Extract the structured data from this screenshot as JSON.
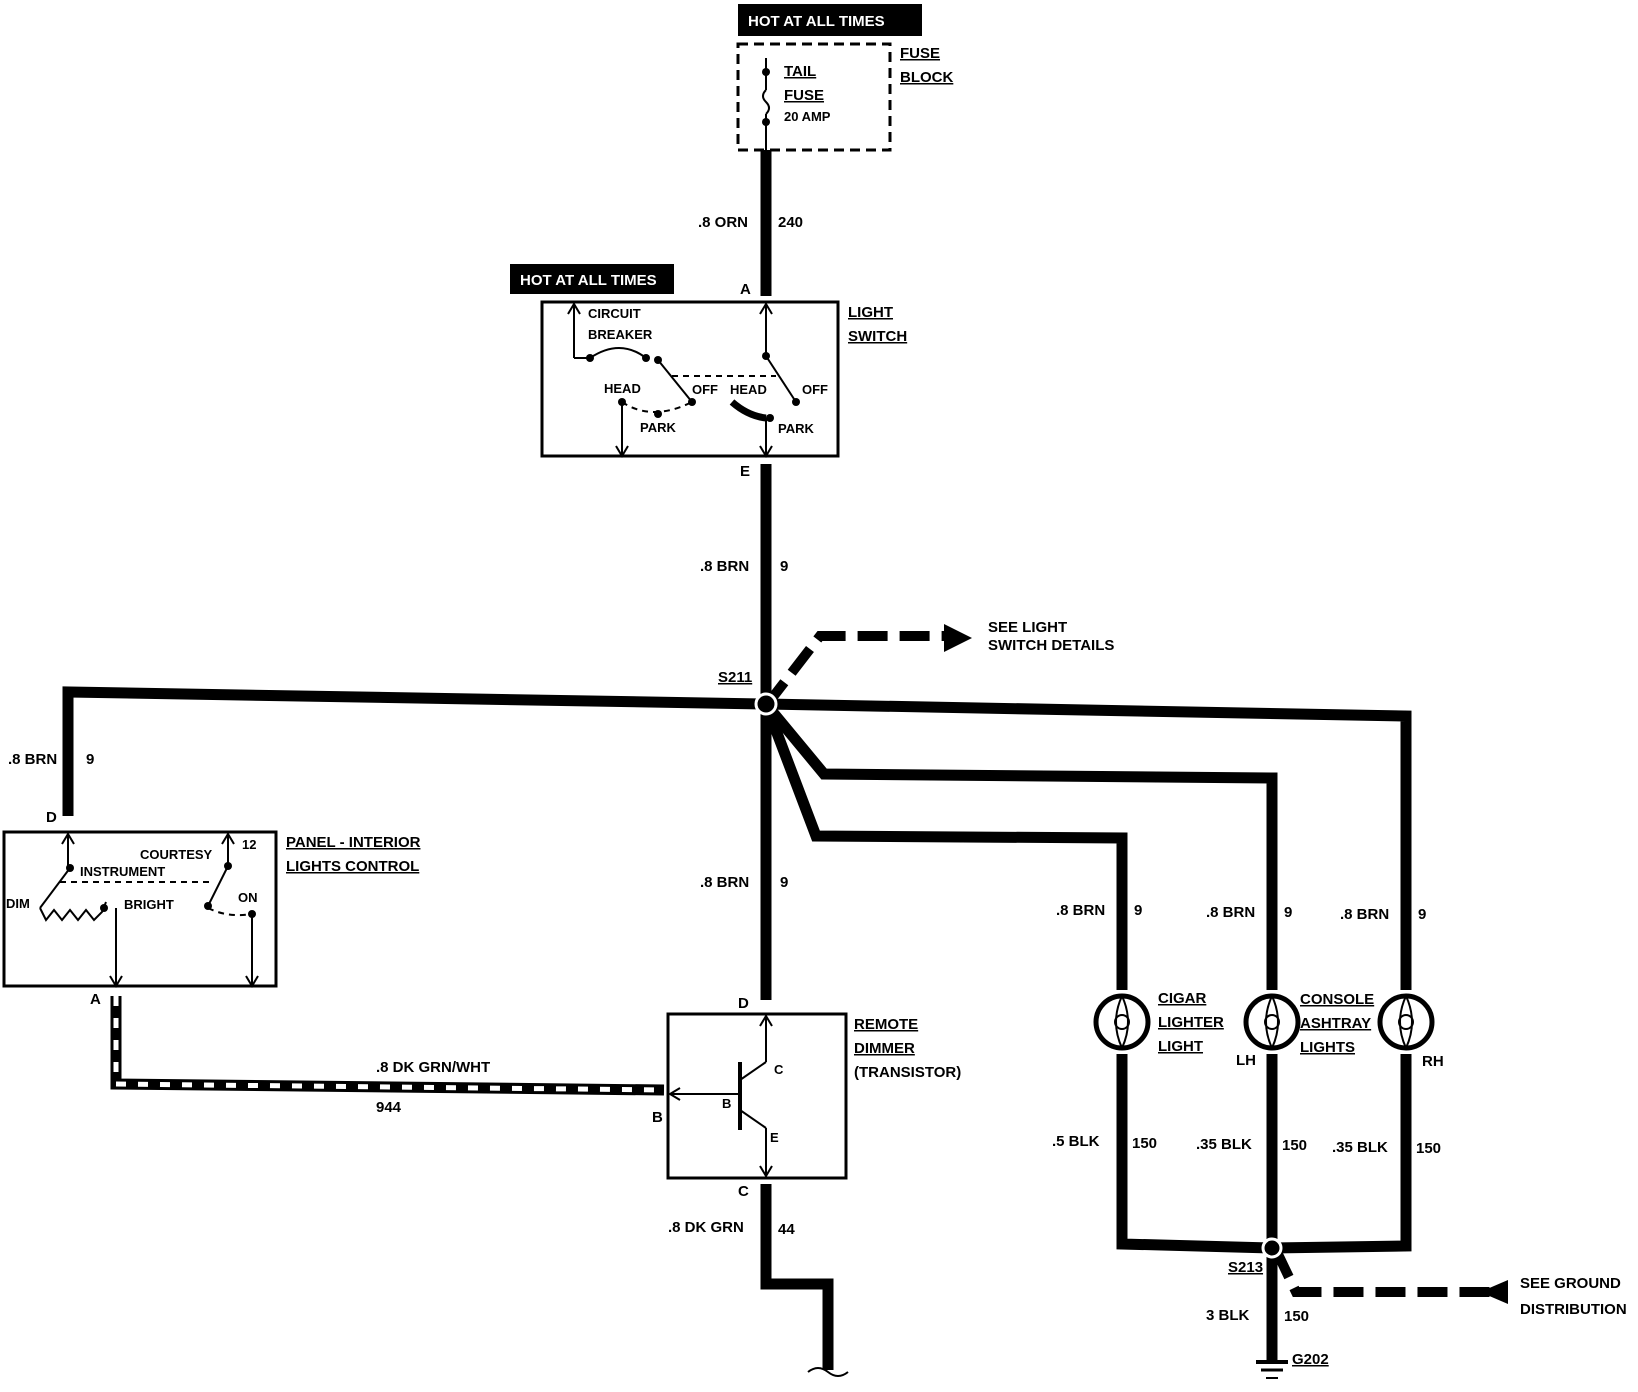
{
  "fuse": {
    "hot_label": "HOT AT ALL TIMES",
    "block_1": "FUSE",
    "block_2": "BLOCK",
    "name_1": "TAIL",
    "name_2": "FUSE",
    "rating": "20 AMP"
  },
  "wires": {
    "orn_gauge": ".8 ORN",
    "orn_circuit": "240",
    "brn_gauge": ".8 BRN",
    "brn_circuit": "9",
    "dkgrnwht_gauge": ".8 DK GRN/WHT",
    "dkgrnwht_circuit": "944",
    "dkgrn_gauge": ".8 DK GRN",
    "dkgrn_circuit": "44",
    "blk5_gauge": ".5 BLK",
    "blk35_gauge": ".35 BLK",
    "blk_circuit": "150",
    "blk3_gauge": "3 BLK"
  },
  "light_switch": {
    "hot_label": "HOT AT ALL TIMES",
    "title_1": "LIGHT",
    "title_2": "SWITCH",
    "pin_a": "A",
    "pin_e": "E",
    "cb_1": "CIRCUIT",
    "cb_2": "BREAKER",
    "head": "HEAD",
    "off": "OFF",
    "park": "PARK"
  },
  "splices": {
    "s211": "S211",
    "s213": "S213",
    "g202": "G202",
    "see_light_1": "SEE LIGHT",
    "see_light_2": "SWITCH DETAILS",
    "see_ground_1": "SEE GROUND",
    "see_ground_2": "DISTRIBUTION"
  },
  "panel_control": {
    "title_1": "PANEL - INTERIOR",
    "title_2": "LIGHTS CONTROL",
    "pin_d": "D",
    "pin_a": "A",
    "pin_12": "12",
    "courtesy": "COURTESY",
    "instrument": "INSTRUMENT",
    "dim": "DIM",
    "bright": "BRIGHT",
    "on": "ON"
  },
  "dimmer": {
    "title_1": "REMOTE",
    "title_2": "DIMMER",
    "title_3": "(TRANSISTOR)",
    "pin_d": "D",
    "pin_b": "B",
    "pin_c": "C",
    "t_c": "C",
    "t_b": "B",
    "t_e": "E"
  },
  "lamps": {
    "cigar_1": "CIGAR",
    "cigar_2": "LIGHTER",
    "cigar_3": "LIGHT",
    "console_1": "CONSOLE",
    "console_2": "ASHTRAY",
    "console_3": "LIGHTS",
    "lh": "LH",
    "rh": "RH"
  }
}
